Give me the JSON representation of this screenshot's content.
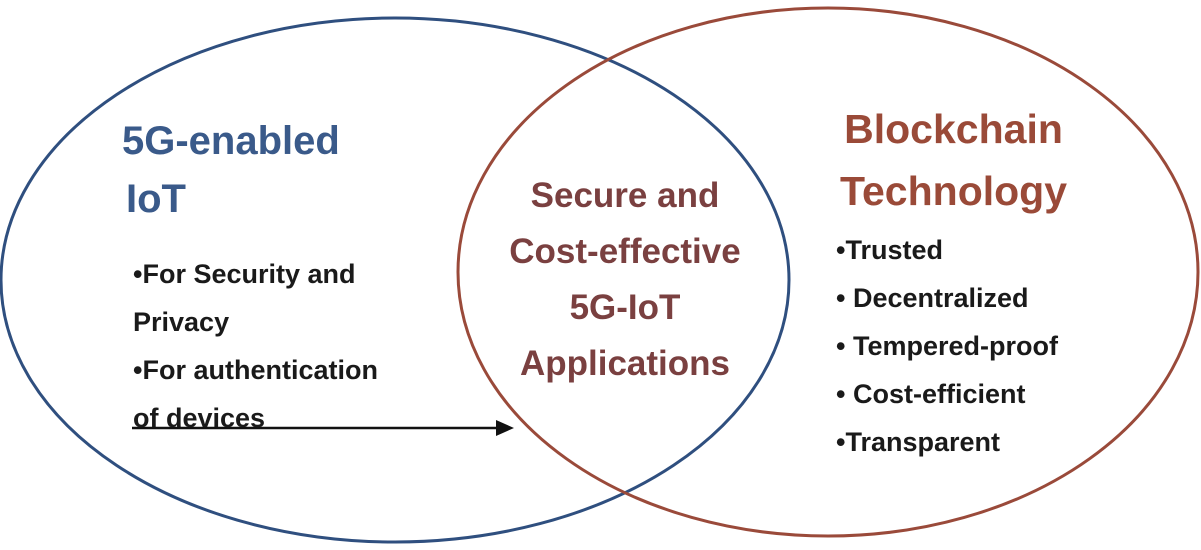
{
  "colors": {
    "left_circle": "#2f4f7f",
    "right_circle": "#9a4a3a",
    "arrow": "#111111"
  },
  "left_set": {
    "title_lines": [
      "5G-enabled",
      "IoT"
    ],
    "bullets": [
      "•For Security and",
      "Privacy",
      "•For authentication",
      "of devices"
    ]
  },
  "right_set": {
    "title_lines": [
      "Blockchain",
      "Technology"
    ],
    "bullets": [
      "•Trusted",
      "• Decentralized",
      "• Tempered-proof",
      "• Cost-efficient",
      "•Transparent"
    ]
  },
  "intersection": {
    "lines": [
      "Secure and",
      "Cost-effective",
      "5G-IoT",
      "Applications"
    ]
  }
}
